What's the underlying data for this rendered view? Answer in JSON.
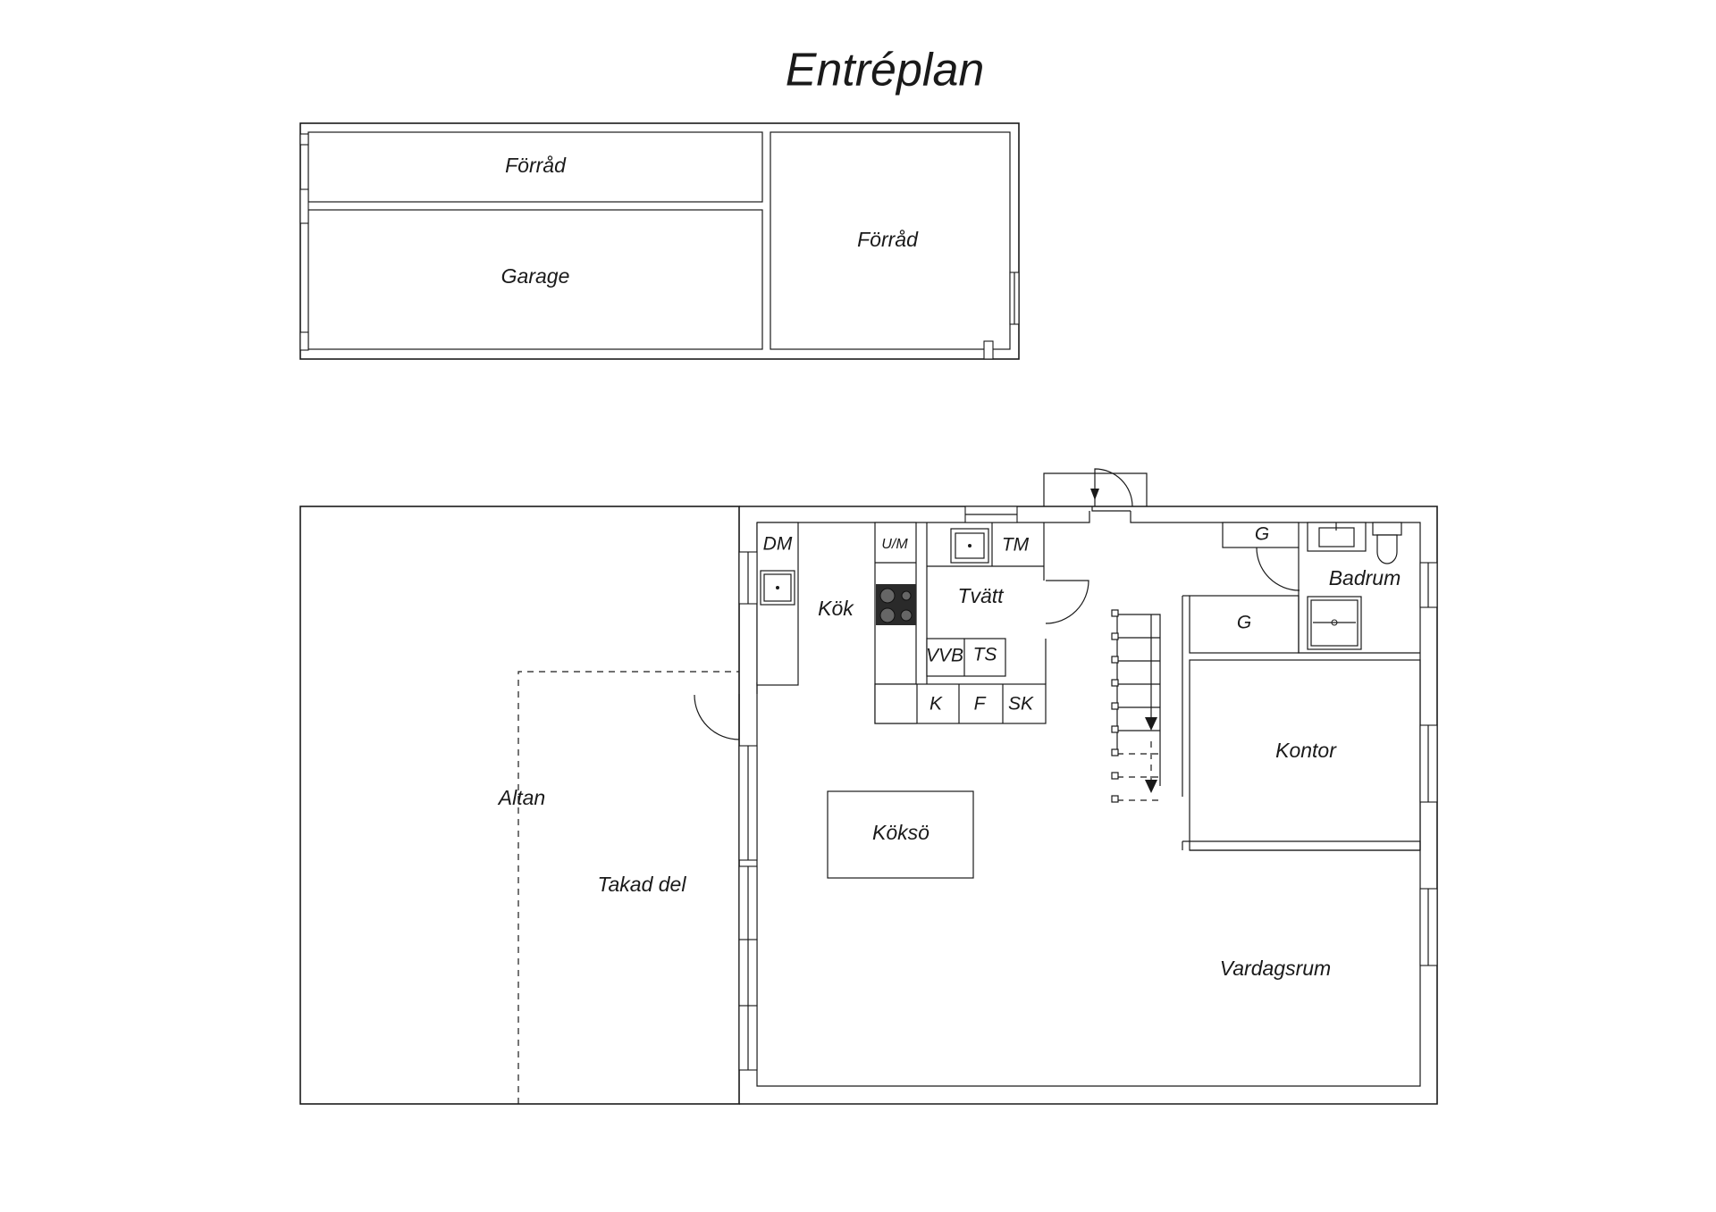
{
  "title": "Entréplan",
  "outbuilding": {
    "rooms": {
      "storage_top": "Förråd",
      "garage": "Garage",
      "storage_right": "Förråd"
    }
  },
  "house": {
    "rooms": {
      "deck": "Altan",
      "covered_part": "Takad del",
      "kitchen": "Kök",
      "laundry": "Tvätt",
      "kitchen_island": "Köksö",
      "bathroom": "Badrum",
      "office": "Kontor",
      "living_room": "Vardagsrum"
    },
    "fixtures": {
      "dishwasher": "DM",
      "microwave_oven": "U/M",
      "dryer": "TM",
      "water_heater": "VVB",
      "drying_cabinet": "TS",
      "fridge": "K",
      "freezer": "F",
      "cabinet": "SK",
      "wardrobe_top": "G",
      "wardrobe_mid": "G"
    }
  }
}
